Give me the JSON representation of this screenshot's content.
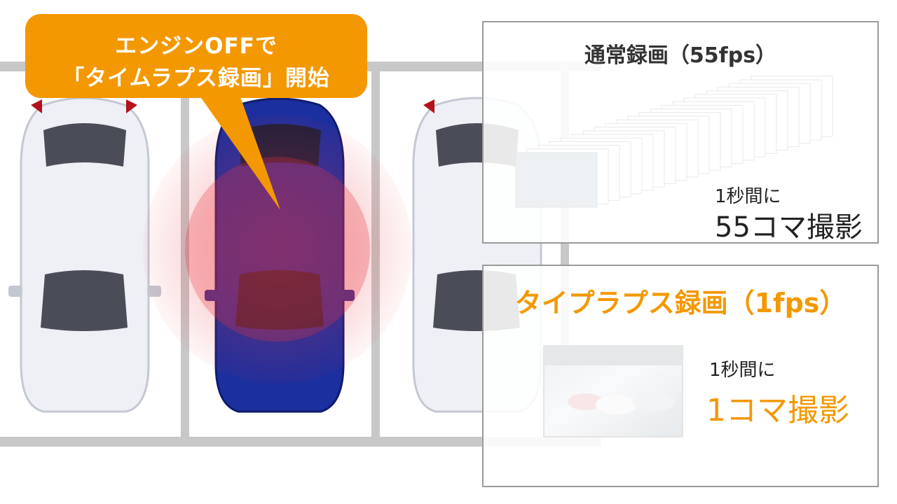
{
  "callout": {
    "line1": "エンジンOFFで",
    "line2": "「タイムラプス録画」開始"
  },
  "normal_recording": {
    "title": "通常録画（55fps）",
    "caption_small": "1秒間に",
    "caption_big": "55コマ撮影"
  },
  "timelapse_recording": {
    "title": "タイプラプス録画（1fps）",
    "caption_small": "1秒間に",
    "caption_big": "1コマ撮影"
  },
  "colors": {
    "accent": "#f39800",
    "blue_car": "#1c2f9e",
    "white_car": "#eef0f6",
    "parking_line": "#c8c8c8",
    "panel_border": "#9a9a9a",
    "radar": "#e8323c"
  }
}
